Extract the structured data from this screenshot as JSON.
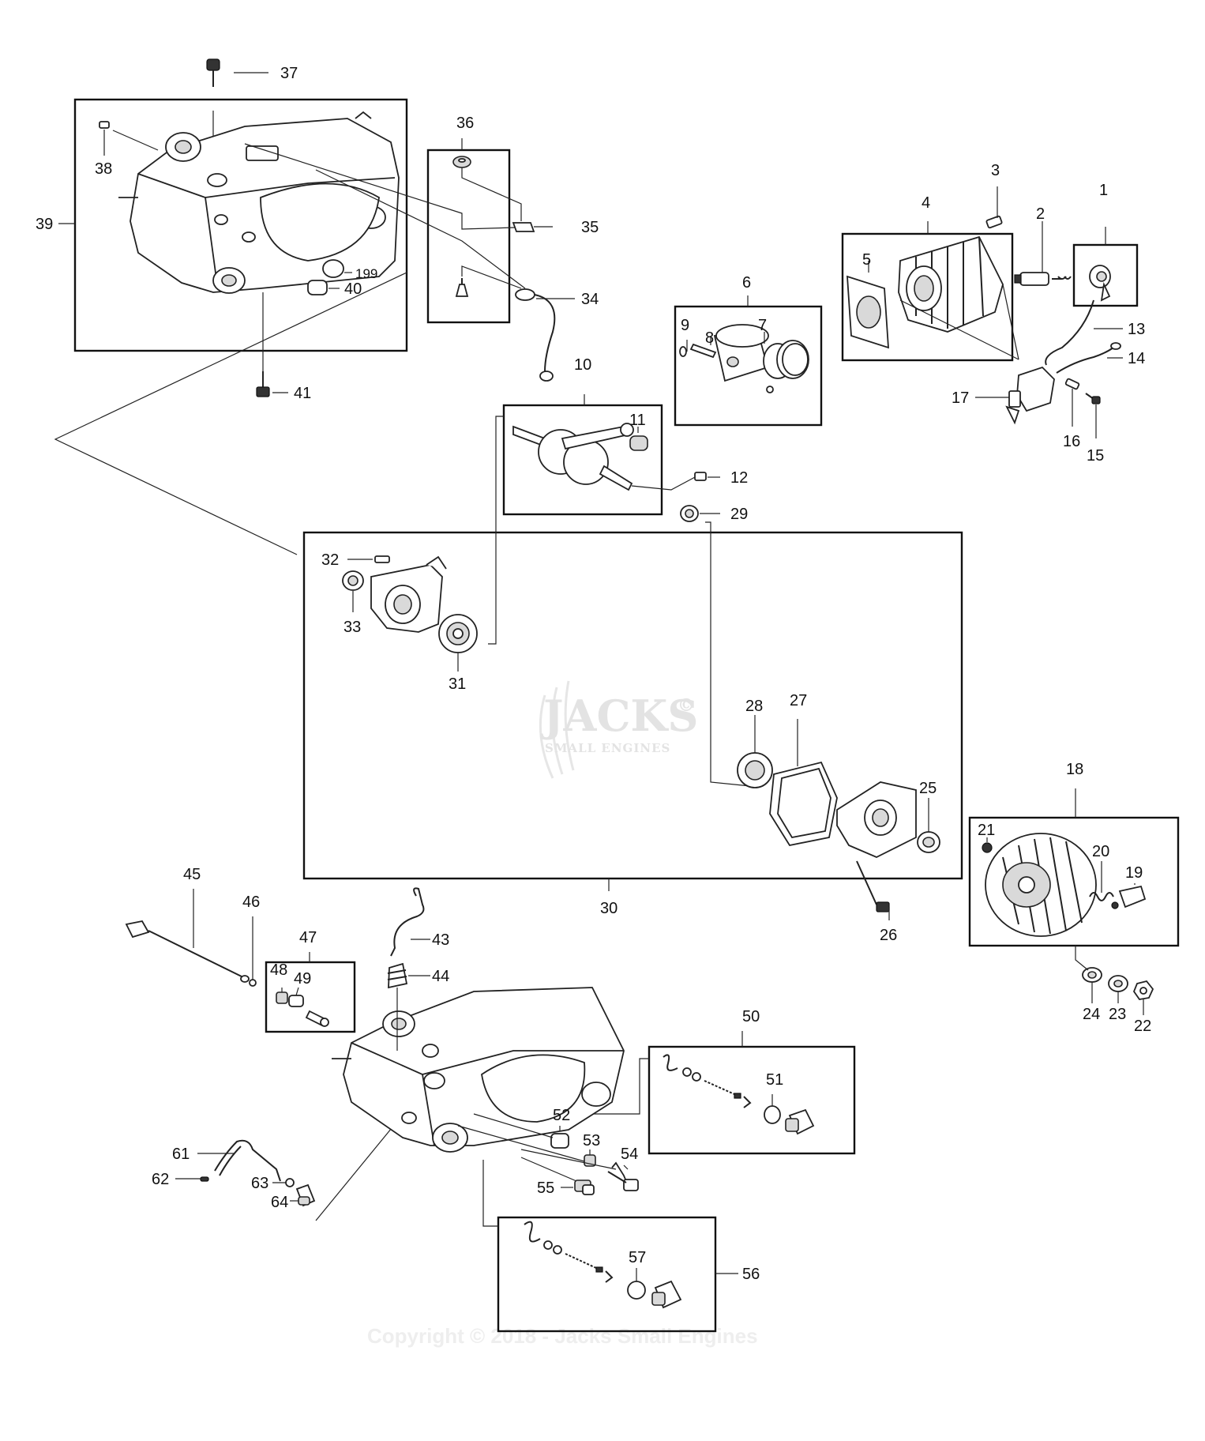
{
  "watermark": {
    "logo": "JACKS",
    "registered": "©",
    "tagline": "SMALL ENGINES",
    "copyright": "Copyright © 2018 - Jacks Small Engines"
  },
  "callouts": {
    "c1": "1",
    "c2": "2",
    "c3": "3",
    "c4": "4",
    "c5": "5",
    "c6": "6",
    "c7": "7",
    "c8": "8",
    "c9": "9",
    "c10": "10",
    "c11": "11",
    "c12": "12",
    "c13": "13",
    "c14": "14",
    "c15": "15",
    "c16": "16",
    "c17": "17",
    "c18": "18",
    "c19": "19",
    "c20": "20",
    "c21": "21",
    "c22": "22",
    "c23": "23",
    "c24": "24",
    "c25": "25",
    "c26": "26",
    "c27": "27",
    "c28": "28",
    "c29": "29",
    "c30": "30",
    "c31": "31",
    "c32": "32",
    "c33": "33",
    "c34": "34",
    "c35": "35",
    "c36": "36",
    "c37": "37",
    "c38": "38",
    "c39": "39",
    "c40": "40",
    "c41": "41",
    "c43": "43",
    "c44": "44",
    "c45": "45",
    "c46": "46",
    "c47": "47",
    "c48": "48",
    "c49": "49",
    "c50": "50",
    "c51": "51",
    "c52": "52",
    "c53": "53",
    "c54": "54",
    "c55": "55",
    "c56": "56",
    "c57": "57",
    "c61": "61",
    "c62": "62",
    "c63": "63",
    "c64": "64",
    "c199": "199"
  }
}
